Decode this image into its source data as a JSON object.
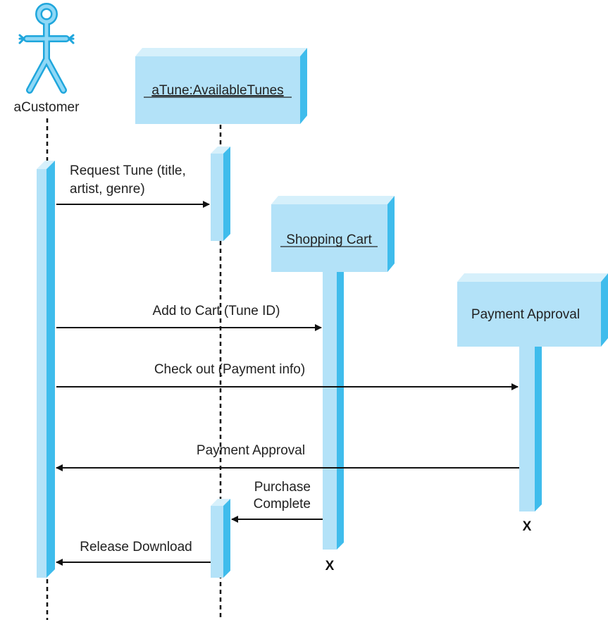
{
  "diagram": {
    "actor": {
      "name": "aCustomer"
    },
    "objects": {
      "tunes": "aTune:AvailableTunes",
      "cart": "Shopping Cart",
      "payment": "Payment Approval"
    },
    "messages": {
      "request_line1": "Request Tune (title,",
      "request_line2": "artist, genre)",
      "add_to_cart": "Add to Cart (Tune ID)",
      "check_out": "Check out (Payment info)",
      "payment_approval": "Payment Approval",
      "purchase_line1": "Purchase",
      "purchase_line2": "Complete",
      "release_download": "Release Download"
    },
    "terminators": {
      "cart": "X",
      "payment": "X"
    }
  },
  "colors": {
    "face": "#b3e2f8",
    "side": "#3fbcec",
    "top": "#d6f0fb",
    "actor": "#3fbcec",
    "line": "#111111"
  }
}
